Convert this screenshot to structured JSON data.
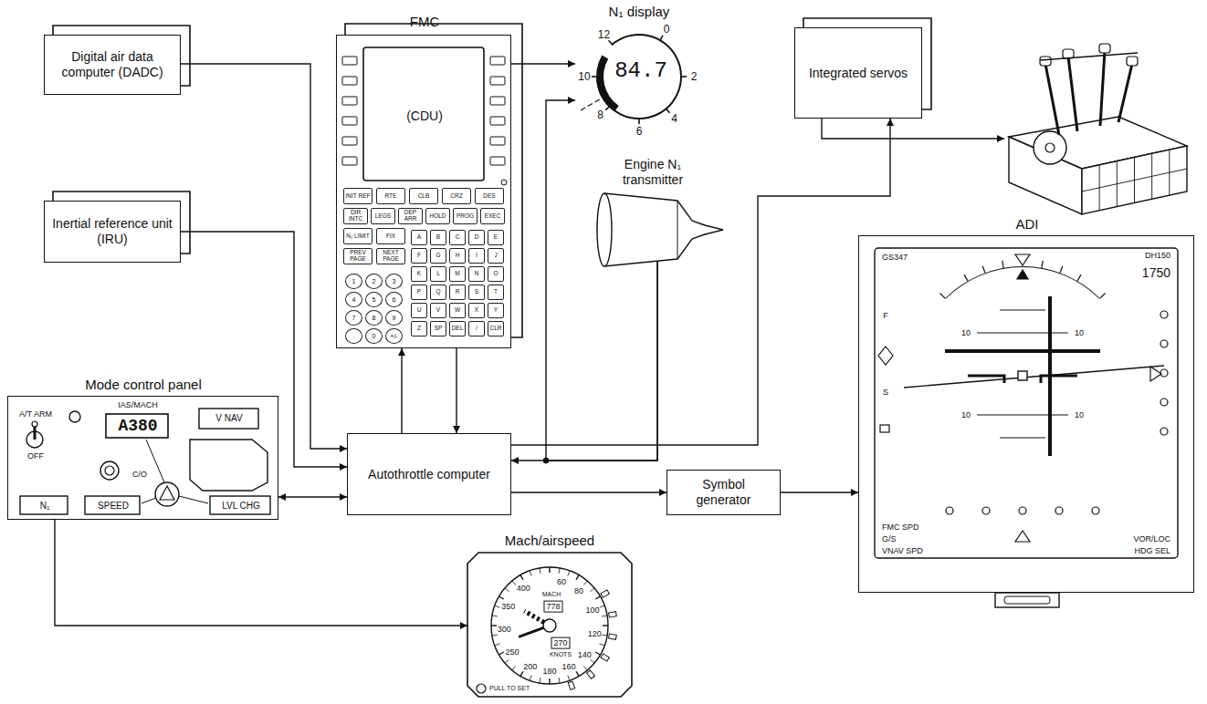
{
  "diagram": {
    "nodes": [
      {
        "text": [
          "Digital air data computer (DADC)"
        ]
      },
      {
        "text": [
          "FMC",
          "(CDU)"
        ]
      },
      {
        "text": [
          "N₁ display"
        ]
      },
      {
        "text": [
          "Integrated servos"
        ]
      },
      {
        "text": [
          "Inertial reference unit (IRU)"
        ]
      },
      {
        "text": [
          "Engine N₁ transmitter"
        ]
      },
      {
        "text": [
          "Mode control panel",
          "A/T ARM",
          "OFF",
          "IAS/MACH",
          "A380",
          "V NAV",
          "C/O",
          "N₁",
          "SPEED",
          "LVL CHG"
        ]
      },
      {
        "text": [
          "Autothrottle computer"
        ]
      },
      {
        "text": [
          "Symbol generator"
        ]
      },
      {
        "text": [
          "ADI"
        ]
      },
      {
        "text": [
          "Mach/airspeed"
        ]
      }
    ],
    "edges": [
      {
        "from": 0,
        "to": 7,
        "arrow": "to"
      },
      {
        "from": 4,
        "to": 7,
        "arrow": "to"
      },
      {
        "from": 1,
        "to": 7,
        "arrow": "to"
      },
      {
        "from": 7,
        "to": 1,
        "arrow": "to"
      },
      {
        "from": 1,
        "to": 2,
        "arrow": "to"
      },
      {
        "from": 5,
        "to": 7,
        "arrow": "to"
      },
      {
        "from": 5,
        "to": 2,
        "arrow": "to"
      },
      {
        "from": 6,
        "to": 7,
        "arrow": "both"
      },
      {
        "from": 7,
        "to": 3,
        "arrow": "to"
      },
      {
        "from": 7,
        "to": 8,
        "arrow": "to"
      },
      {
        "from": 8,
        "to": 9,
        "arrow": "to"
      },
      {
        "from": 6,
        "to": 10,
        "arrow": "to"
      }
    ],
    "labels": [
      "12",
      "0",
      "2",
      "4",
      "6",
      "8",
      "10",
      "84.7",
      "INIT REF",
      "RTE",
      "CLB",
      "CRZ",
      "DES",
      "DIR INTC",
      "LEGS",
      "DEP ARR",
      "HOLD",
      "PROG",
      "EXEC",
      "N₁ LIMIT",
      "FIX",
      "PREV PAGE",
      "NEXT PAGE",
      "A",
      "B",
      "C",
      "D",
      "E",
      "F",
      "G",
      "H",
      "I",
      "J",
      "K",
      "L",
      "M",
      "N",
      "O",
      "P",
      "Q",
      "R",
      "S",
      "T",
      "U",
      "V",
      "W",
      "X",
      "Y",
      "Z",
      "SP",
      "DEL",
      "/",
      "CLR",
      "1",
      "2",
      "3",
      "4",
      "5",
      "6",
      "7",
      "8",
      "9",
      ".",
      "0",
      "+/-",
      "GS347",
      "DH150",
      "1750",
      "F",
      "S",
      "10",
      "10",
      "10",
      "10",
      "FMC SPD",
      "G/S",
      "VNAV SPD",
      "VOR/LOC",
      "HDG SEL",
      "60",
      "80",
      "100",
      "120",
      "140",
      "160",
      "180",
      "200",
      "250",
      "300",
      "350",
      "400",
      "MACH",
      "778",
      "270",
      "KNOTS",
      "PULL TO SET"
    ]
  }
}
